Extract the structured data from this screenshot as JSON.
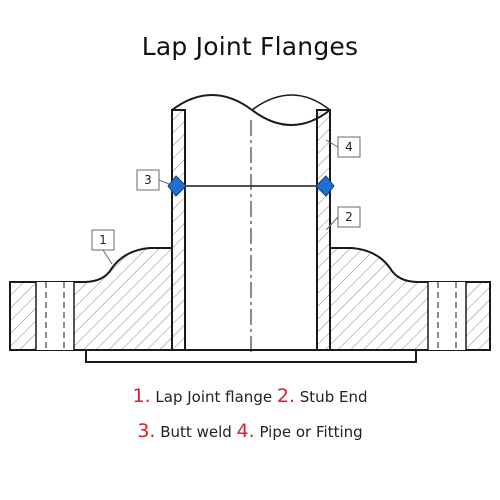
{
  "title": "Lap Joint Flanges",
  "callouts": [
    "1",
    "2",
    "3",
    "4"
  ],
  "legend": [
    {
      "num": "1.",
      "label": "Lap Joint flange"
    },
    {
      "num": "2.",
      "label": "Stub End"
    },
    {
      "num": "3.",
      "label": "Butt weld"
    },
    {
      "num": "4.",
      "label": "Pipe or Fitting"
    }
  ],
  "colors": {
    "outline": "#1a1a1a",
    "hatch": "#8a8a8a",
    "weld": "#1f6fd1",
    "legend_number": "#d8202a",
    "callout_box": "#6a6a6a"
  }
}
